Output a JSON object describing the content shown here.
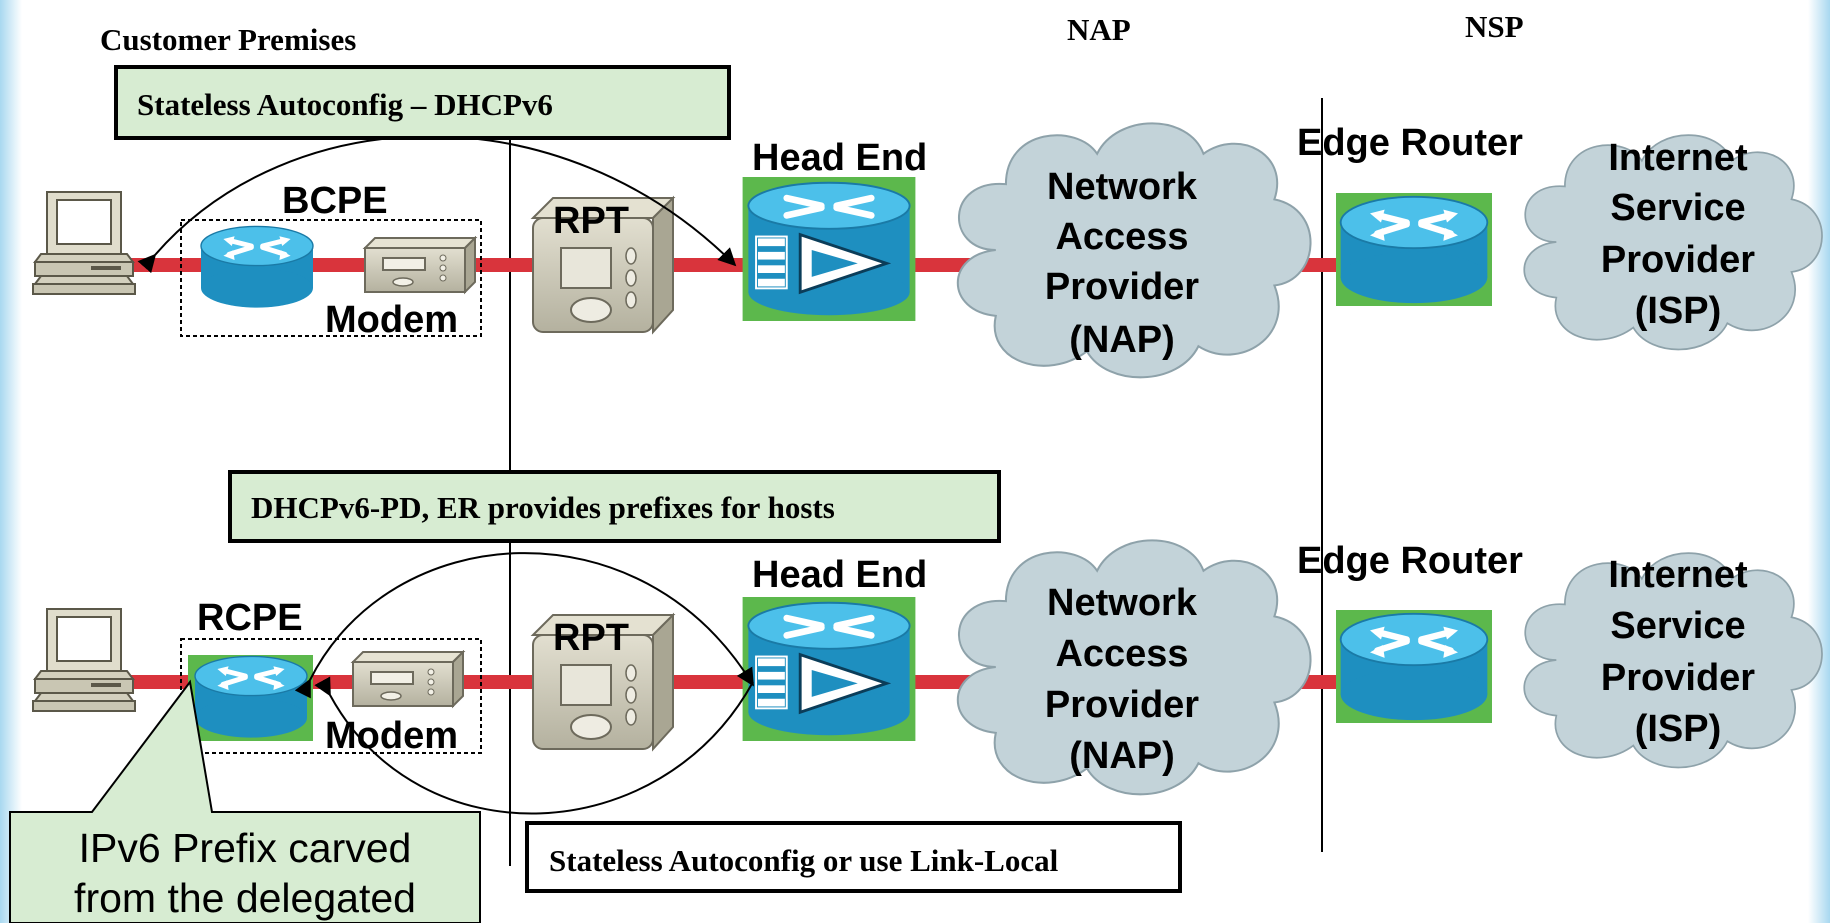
{
  "header": {
    "customer_premises": "Customer Premises",
    "nap": "NAP",
    "nsp": "NSP"
  },
  "top": {
    "banner": "Stateless Autoconfig – DHCPv6",
    "cpe_label": "BCPE",
    "modem_label": "Modem",
    "rpt_label": "RPT",
    "head_end_label": "Head End",
    "nap_cloud": [
      "Network",
      "Access",
      "Provider",
      "(NAP)"
    ],
    "edge_router_label": "Edge Router",
    "isp_cloud": [
      "Internet",
      "Service",
      "Provider",
      "(ISP)"
    ]
  },
  "bottom": {
    "banner": "DHCPv6-PD, ER provides prefixes for hosts",
    "cpe_label": "RCPE",
    "modem_label": "Modem",
    "rpt_label": "RPT",
    "head_end_label": "Head End",
    "nap_cloud": [
      "Network",
      "Access",
      "Provider",
      "(NAP)"
    ],
    "edge_router_label": "Edge Router",
    "isp_cloud": [
      "Internet",
      "Service",
      "Provider",
      "(ISP)"
    ],
    "autoconfig_banner": "Stateless Autoconfig or use Link-Local",
    "callout": [
      "IPv6 Prefix carved",
      "from the delegated"
    ]
  },
  "colors": {
    "link": "#d9343c",
    "router": "#1e8fc0",
    "router_top": "#4cc0ea",
    "green_pad": "#5cb84c",
    "cloud": "#c3d3d9",
    "banner_fill": "#d7ecd2",
    "device": "#c9c6b5"
  }
}
